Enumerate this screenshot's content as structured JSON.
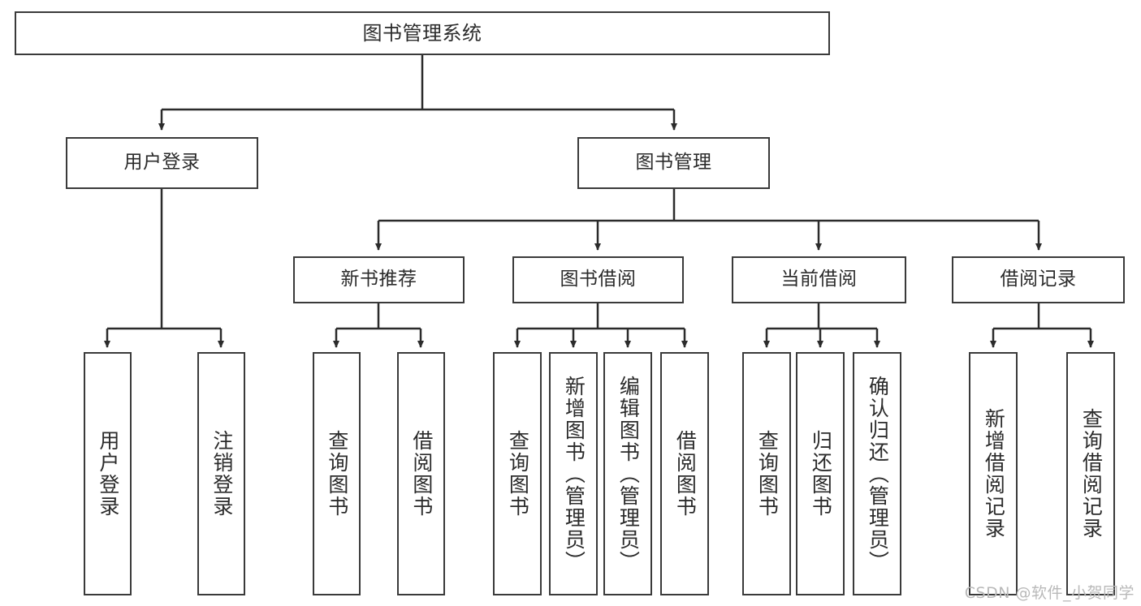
{
  "diagram": {
    "title": "图书管理系统",
    "type": "hierarchy-tree",
    "watermark": "CSDN @软件_小贺同学",
    "colors": {
      "border": "#3a3a3a",
      "text": "#2b2b2b",
      "background": "#ffffff",
      "connector": "#2b2b2b",
      "watermark": "#b9b9b9"
    },
    "nodes": {
      "root": {
        "label": "图书管理系统"
      },
      "level2": [
        {
          "label": "用户登录"
        },
        {
          "label": "图书管理"
        }
      ],
      "level3": [
        {
          "label": "新书推荐"
        },
        {
          "label": "图书借阅"
        },
        {
          "label": "当前借阅"
        },
        {
          "label": "借阅记录"
        }
      ],
      "leaves": [
        {
          "label": "用户登录"
        },
        {
          "label": "注销登录"
        },
        {
          "label": "查询图书"
        },
        {
          "label": "借阅图书"
        },
        {
          "label": "查询图书"
        },
        {
          "label": "新增图书（管理员）"
        },
        {
          "label": "编辑图书（管理员）"
        },
        {
          "label": "借阅图书"
        },
        {
          "label": "查询图书"
        },
        {
          "label": "归还图书"
        },
        {
          "label": "确认归还（管理员）"
        },
        {
          "label": "新增借阅记录"
        },
        {
          "label": "查询借阅记录"
        }
      ]
    }
  }
}
